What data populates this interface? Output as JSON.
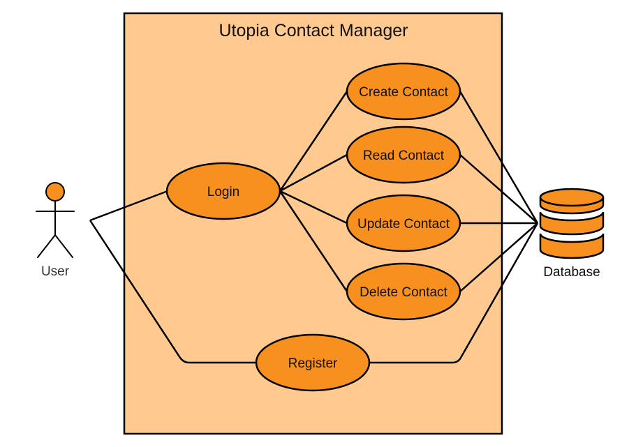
{
  "colors": {
    "system_fill": "#FFC990",
    "usecase_fill": "#F7901E",
    "line": "#000000",
    "user_label": "#333333",
    "database_label": "#111111"
  },
  "system": {
    "title": "Utopia Contact Manager"
  },
  "actors": {
    "user": {
      "label": "User",
      "icon": "stick-figure-icon"
    },
    "database": {
      "label": "Database",
      "icon": "database-cylinder-icon"
    }
  },
  "use_cases": {
    "login": "Login",
    "create": "Create Contact",
    "read": "Read Contact",
    "update": "Update Contact",
    "delete": "Delete Contact",
    "register": "Register"
  },
  "associations": [
    [
      "User",
      "Login"
    ],
    [
      "User",
      "Register"
    ],
    [
      "Login",
      "Create Contact"
    ],
    [
      "Login",
      "Read Contact"
    ],
    [
      "Login",
      "Update Contact"
    ],
    [
      "Login",
      "Delete Contact"
    ],
    [
      "Create Contact",
      "Database"
    ],
    [
      "Read Contact",
      "Database"
    ],
    [
      "Update Contact",
      "Database"
    ],
    [
      "Delete Contact",
      "Database"
    ],
    [
      "Register",
      "Database"
    ]
  ]
}
